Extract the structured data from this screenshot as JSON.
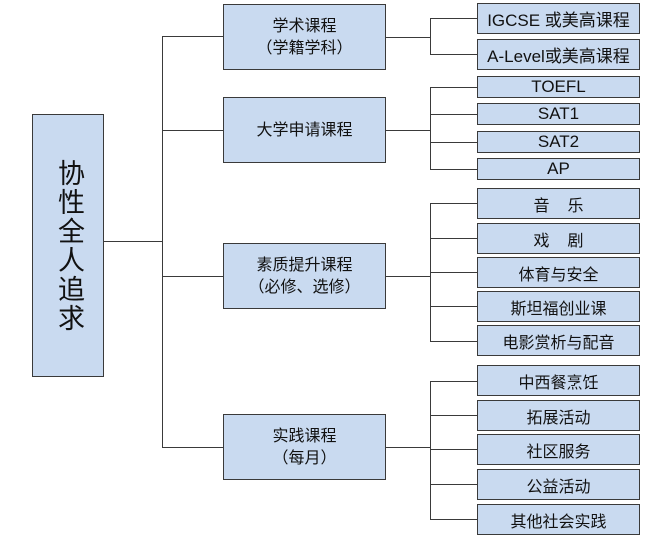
{
  "root": {
    "label": "协性全人追求"
  },
  "categories": [
    {
      "label": "学术课程",
      "sub": "（学籍学科）",
      "items": [
        "IGCSE 或美高课程",
        "A-Level或美高课程"
      ]
    },
    {
      "label": "大学申请课程",
      "sub": "",
      "items": [
        "TOEFL",
        "SAT1",
        "SAT2",
        "AP"
      ]
    },
    {
      "label": "素质提升课程",
      "sub": "（必修、选修）",
      "items": [
        "音乐",
        "戏剧",
        "体育与安全",
        "斯坦福创业课",
        "电影赏析与配音"
      ]
    },
    {
      "label": "实践课程",
      "sub": "（每月）",
      "items": [
        "中西餐烹饪",
        "拓展活动",
        "社区服务",
        "公益活动",
        "其他社会实践"
      ]
    }
  ],
  "colors": {
    "box_fill": "#c9daf0",
    "border": "#3a3a3a"
  }
}
